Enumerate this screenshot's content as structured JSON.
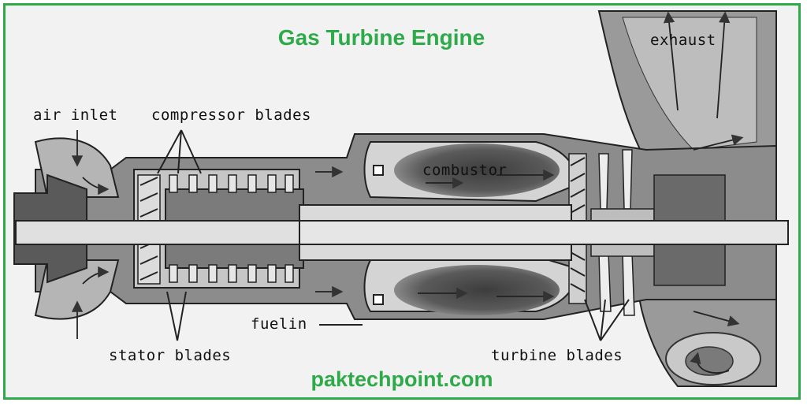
{
  "title": "Gas Turbine Engine",
  "website": "paktechpoint.com",
  "labels": {
    "air_inlet": "air inlet",
    "compressor_blades": "compressor blades",
    "combustor": "combustor",
    "exhaust": "exhaust",
    "fuel_in": "fuelin",
    "stator_blades": "stator blades",
    "turbine_blades": "turbine blades"
  },
  "colors": {
    "accent": "#2eaa4a",
    "dark_metal": "#555555",
    "mid_metal": "#8a8a8a",
    "light_metal": "#c8c8c8",
    "flame": "#4a4a4a"
  }
}
